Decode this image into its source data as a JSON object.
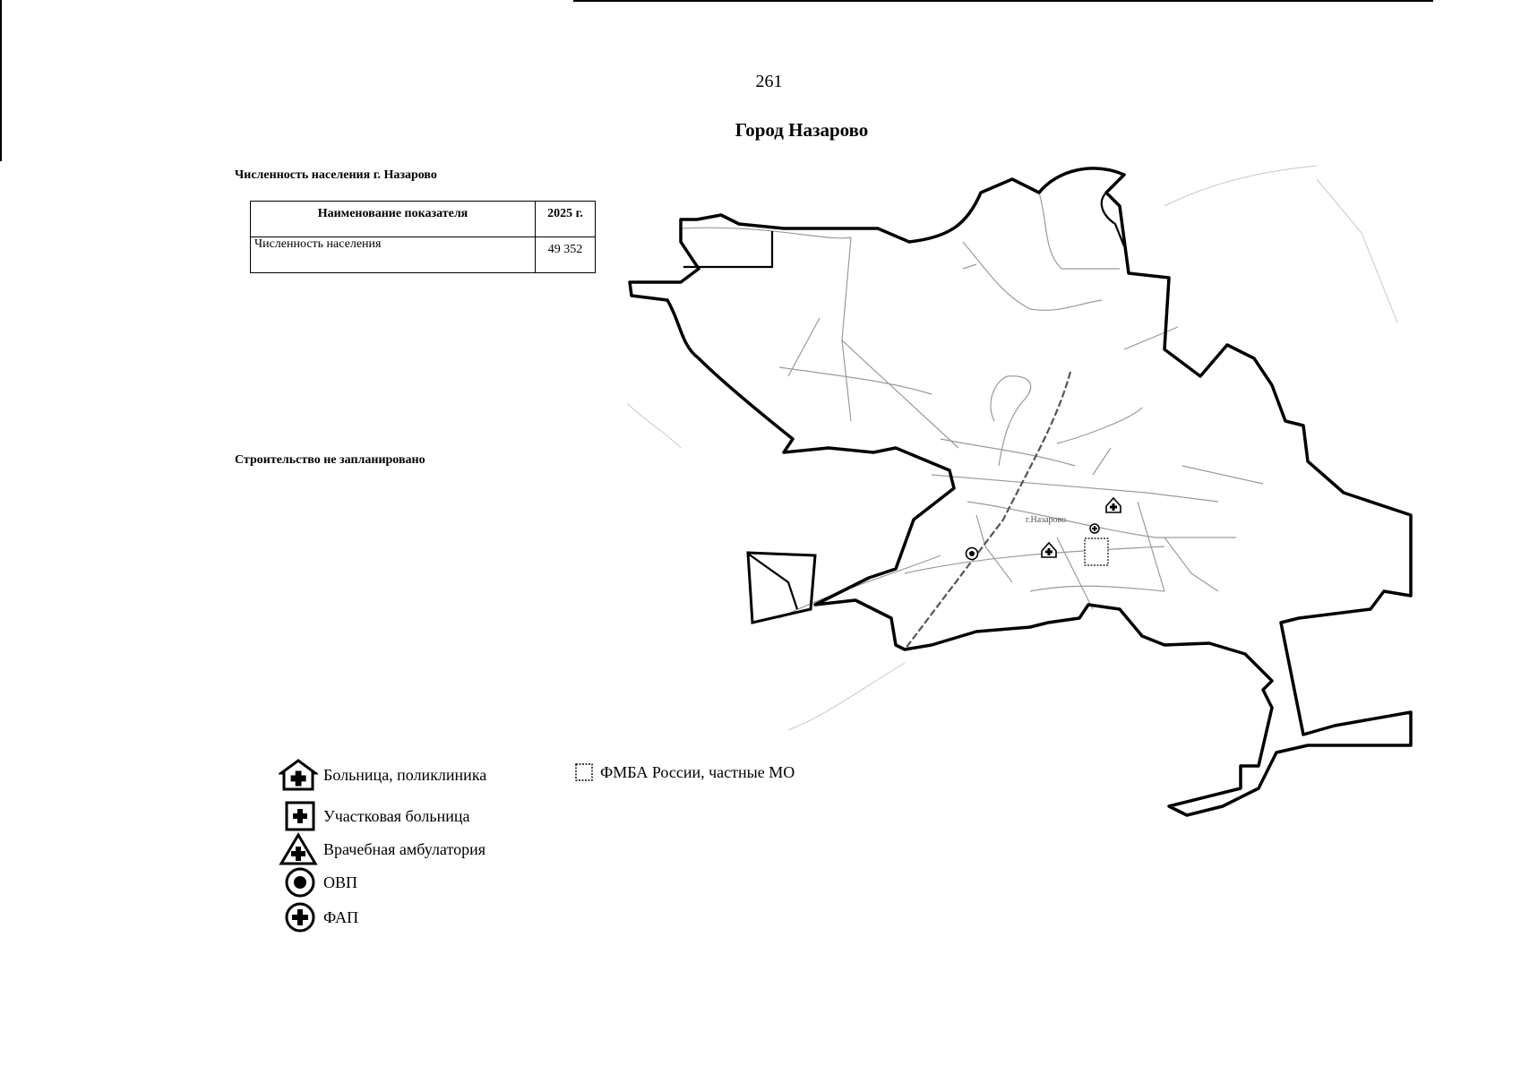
{
  "page_number": "261",
  "title": "Город Назарово",
  "population": {
    "heading": "Численность населения г. Назарово",
    "table": {
      "headers": [
        "Наименование показателя",
        "2025 г."
      ],
      "rows": [
        [
          "Численность населения",
          "49 352"
        ]
      ]
    }
  },
  "construction_note": "Строительство не запланировано",
  "legend": [
    {
      "icon": "hospital-icon",
      "label": "Больница, поликлиника"
    },
    {
      "icon": "district-hospital-icon",
      "label": "Участковая больница"
    },
    {
      "icon": "ambulatory-icon",
      "label": "Врачебная амбулатория"
    },
    {
      "icon": "ovp-icon",
      "label": "ОВП"
    },
    {
      "icon": "fap-icon",
      "label": "ФАП"
    },
    {
      "icon": "fmba-square-icon",
      "label": "ФМБА России, частные МО"
    }
  ],
  "map": {
    "street_label": "г.Назарово",
    "facilities": [
      {
        "type": "hospital"
      },
      {
        "type": "hospital"
      },
      {
        "type": "fap"
      },
      {
        "type": "ovp"
      },
      {
        "type": "fmba"
      }
    ]
  }
}
